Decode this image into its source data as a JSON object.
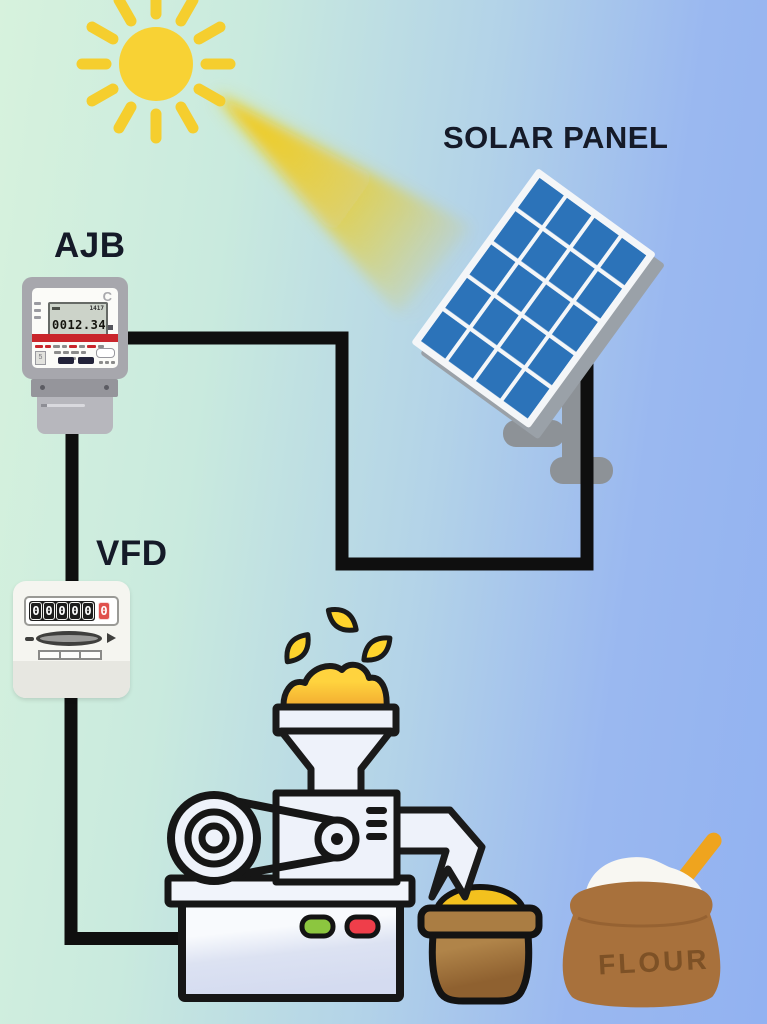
{
  "labels": {
    "ajb": "AJB",
    "solar_panel": "SOLAR PANEL",
    "vfd": "VFD"
  },
  "ajb_meter": {
    "lcd_value": "0012.34",
    "lcd_corner": "1417"
  },
  "vfd_meter": {
    "digits": [
      "0",
      "0",
      "0",
      "0",
      "0"
    ],
    "red_digit": "0"
  },
  "flour_sack": {
    "label": "FLOUR"
  },
  "colors": {
    "panel_cell_blue": "#2C73B9",
    "wire_black": "#0f0f0f",
    "sun_yellow": "#F8D234",
    "beam_yellow": "#F4C90A",
    "sack_brown": "#A8713C",
    "meter_stripe_red": "#C9252B",
    "button_green": "#8CC63F",
    "button_red": "#EF3E4A"
  }
}
